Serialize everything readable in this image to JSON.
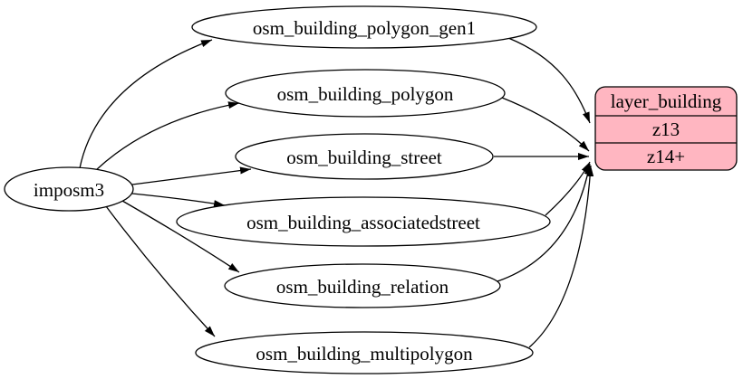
{
  "diagram": {
    "background_color": "#ffffff",
    "edge_color": "#000000",
    "node_stroke_color": "#000000",
    "node_fill_color": "#ffffff",
    "source": {
      "label": "imposm3"
    },
    "tables": [
      {
        "label": "osm_building_polygon_gen1"
      },
      {
        "label": "osm_building_polygon"
      },
      {
        "label": "osm_building_street"
      },
      {
        "label": "osm_building_associatedstreet"
      },
      {
        "label": "osm_building_relation"
      },
      {
        "label": "osm_building_multipolygon"
      }
    ],
    "layer": {
      "title": "layer_building",
      "fill_color": "#ffb6c1",
      "rows": [
        {
          "label": "z13"
        },
        {
          "label": "z14+"
        }
      ]
    }
  }
}
